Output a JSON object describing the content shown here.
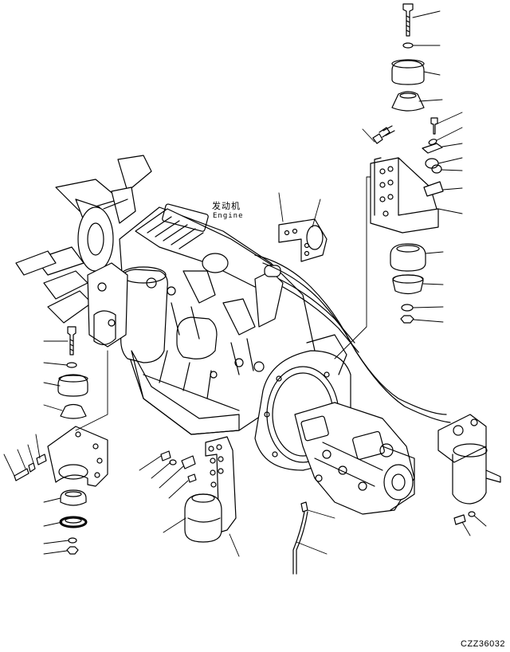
{
  "engine_label": {
    "chinese": "发动机",
    "english": "Engine"
  },
  "drawing_code": "CZZ36032",
  "colors": {
    "line": "#000000",
    "background": "#ffffff"
  }
}
